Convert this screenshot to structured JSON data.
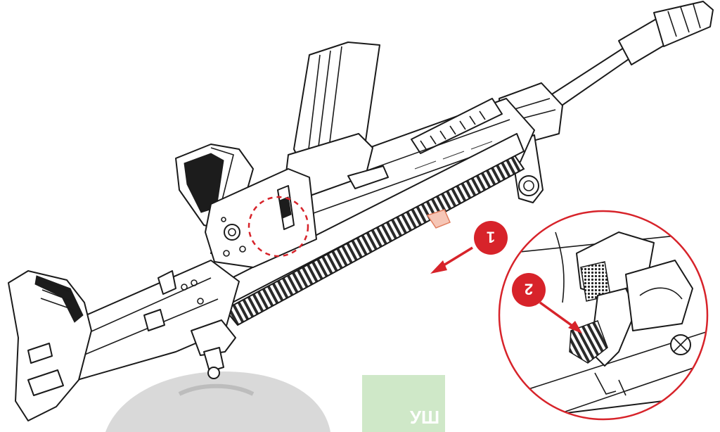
{
  "colors": {
    "outline": "#1a1a1a",
    "callout_red": "#d7232a",
    "watermark_green": "#cfe8c8"
  },
  "callouts": [
    {
      "label": "1",
      "icon": "callout-badge-1"
    },
    {
      "label": "2",
      "icon": "callout-badge-2"
    }
  ],
  "watermark": {
    "text": "УШ"
  }
}
